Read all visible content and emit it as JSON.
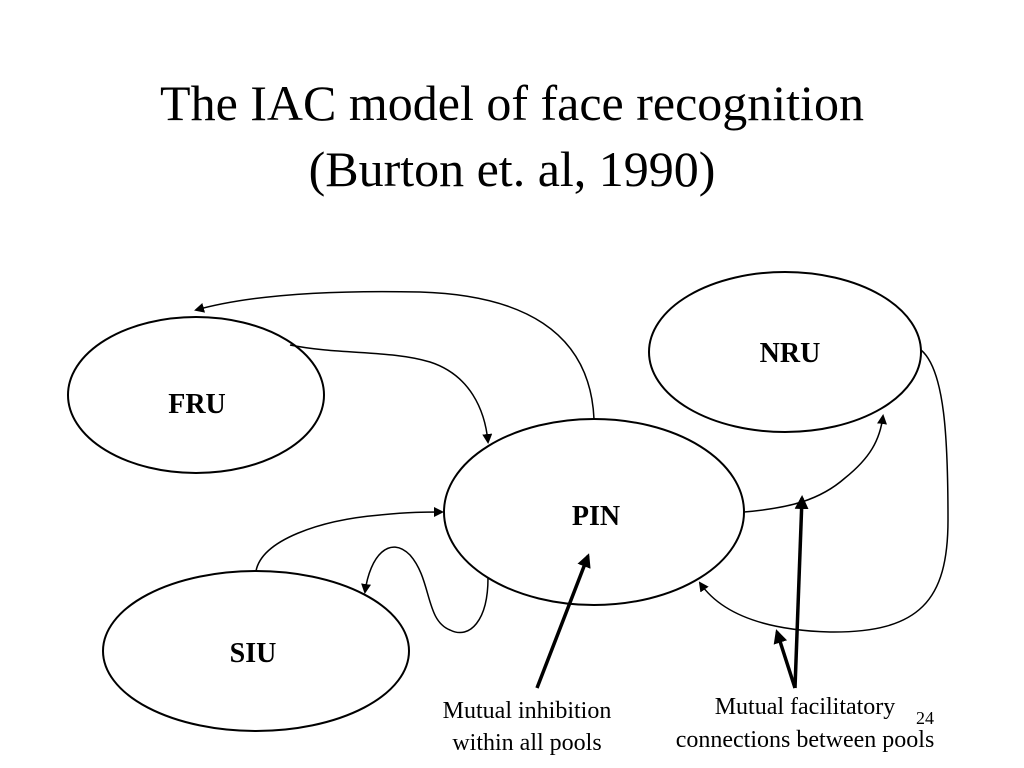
{
  "slide": {
    "title_line1": "The IAC model of face recognition",
    "title_line2": "(Burton et. al, 1990)",
    "page_number": "24"
  },
  "nodes": {
    "fru": "FRU",
    "nru": "NRU",
    "pin": "PIN",
    "siu": "SIU"
  },
  "annotations": {
    "inhibition_line1": "Mutual inhibition",
    "inhibition_line2": "within all pools",
    "facilitatory_line1": "Mutual facilitatory",
    "facilitatory_line2": "connections between pools"
  },
  "colors": {
    "stroke": "#000000",
    "background": "#ffffff"
  }
}
